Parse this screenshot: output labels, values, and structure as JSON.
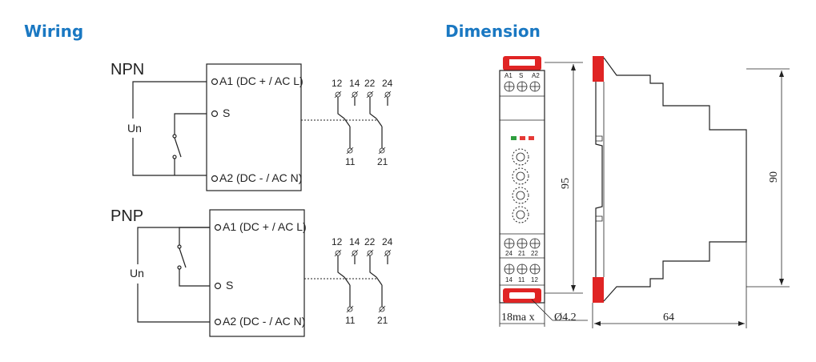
{
  "wiring": {
    "heading": "Wiring",
    "npn": {
      "title": "NPN",
      "supply": "Un",
      "terminals": [
        "A1 (DC +  / AC L)",
        "S",
        "A2 (DC -  / AC N)"
      ],
      "contacts_top": [
        "12",
        "14",
        "22",
        "24"
      ],
      "contacts_bottom": [
        "11",
        "21"
      ]
    },
    "pnp": {
      "title": "PNP",
      "supply": "Un",
      "terminals": [
        "A1 (DC +  / AC L)",
        "S",
        "A2 (DC -  / AC N)"
      ],
      "contacts_top": [
        "12",
        "14",
        "22",
        "24"
      ],
      "contacts_bottom": [
        "11",
        "21"
      ]
    }
  },
  "dimension": {
    "heading": "Dimension",
    "top_terminals": [
      "A1",
      "S",
      "A2"
    ],
    "mid_terminals": [
      "24",
      "21",
      "22"
    ],
    "bottom_terminals": [
      "14",
      "11",
      "12"
    ],
    "height_front": "95",
    "height_side": "90",
    "width_front": "18ma x",
    "hole": "Ø4.2",
    "depth": "64",
    "led_colors": [
      "#2e9e3e",
      "#e53935",
      "#e53935"
    ],
    "accent_color": "#e02424"
  }
}
